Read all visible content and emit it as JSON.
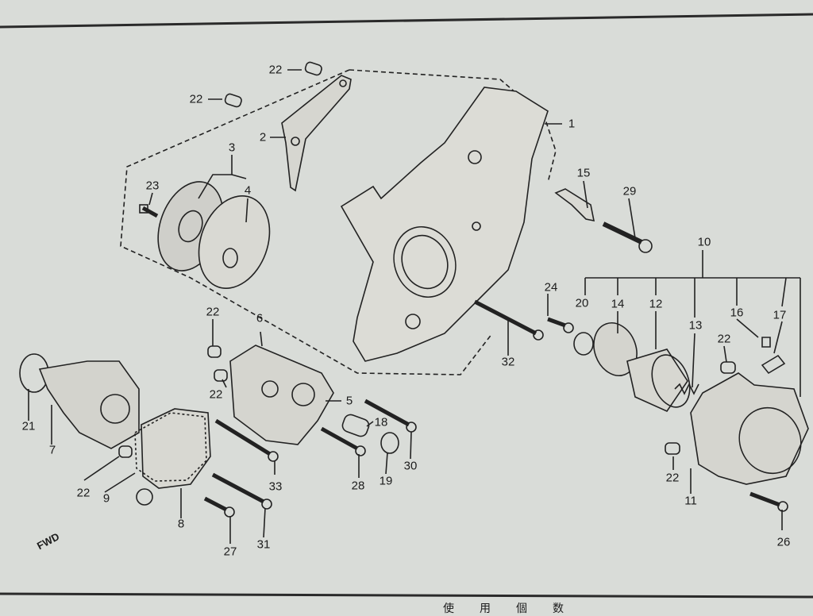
{
  "diagram": {
    "direction_label": "FWD",
    "footer_glyphs": [
      "使",
      "用",
      "個",
      "数"
    ],
    "callouts": [
      {
        "id": "p1",
        "text": "1"
      },
      {
        "id": "p2",
        "text": "2"
      },
      {
        "id": "p3",
        "text": "3"
      },
      {
        "id": "p4",
        "text": "4"
      },
      {
        "id": "p5",
        "text": "5"
      },
      {
        "id": "p6",
        "text": "6"
      },
      {
        "id": "p7",
        "text": "7"
      },
      {
        "id": "p8",
        "text": "8"
      },
      {
        "id": "p9",
        "text": "9"
      },
      {
        "id": "p10",
        "text": "10"
      },
      {
        "id": "p11",
        "text": "11"
      },
      {
        "id": "p12",
        "text": "12"
      },
      {
        "id": "p13",
        "text": "13"
      },
      {
        "id": "p14",
        "text": "14"
      },
      {
        "id": "p15",
        "text": "15"
      },
      {
        "id": "p16",
        "text": "16"
      },
      {
        "id": "p17",
        "text": "17"
      },
      {
        "id": "p18",
        "text": "18"
      },
      {
        "id": "p19",
        "text": "19"
      },
      {
        "id": "p20",
        "text": "20"
      },
      {
        "id": "p21",
        "text": "21"
      },
      {
        "id": "p22a",
        "text": "22"
      },
      {
        "id": "p22b",
        "text": "22"
      },
      {
        "id": "p22c",
        "text": "22"
      },
      {
        "id": "p22d",
        "text": "22"
      },
      {
        "id": "p22e",
        "text": "22"
      },
      {
        "id": "p22f",
        "text": "22"
      },
      {
        "id": "p22g",
        "text": "22"
      },
      {
        "id": "p23",
        "text": "23"
      },
      {
        "id": "p24",
        "text": "24"
      },
      {
        "id": "p26",
        "text": "26"
      },
      {
        "id": "p27",
        "text": "27"
      },
      {
        "id": "p28",
        "text": "28"
      },
      {
        "id": "p29",
        "text": "29"
      },
      {
        "id": "p30",
        "text": "30"
      },
      {
        "id": "p31",
        "text": "31"
      },
      {
        "id": "p32",
        "text": "32"
      },
      {
        "id": "p33",
        "text": "33"
      }
    ]
  }
}
